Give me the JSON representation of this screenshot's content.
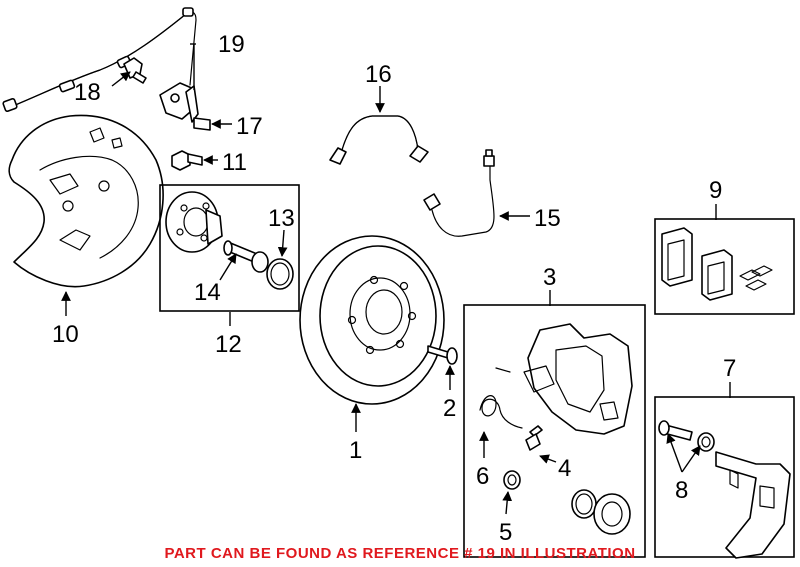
{
  "callouts": [
    "1",
    "2",
    "3",
    "4",
    "5",
    "6",
    "7",
    "8",
    "9",
    "10",
    "11",
    "12",
    "13",
    "14",
    "15",
    "16",
    "17",
    "18",
    "19"
  ],
  "footer": {
    "text": "PART CAN BE FOUND AS REFERENCE # 19 IN ILLUSTRATION",
    "color": "#e0191e"
  },
  "colors": {
    "line": "#000000",
    "background": "#ffffff"
  }
}
